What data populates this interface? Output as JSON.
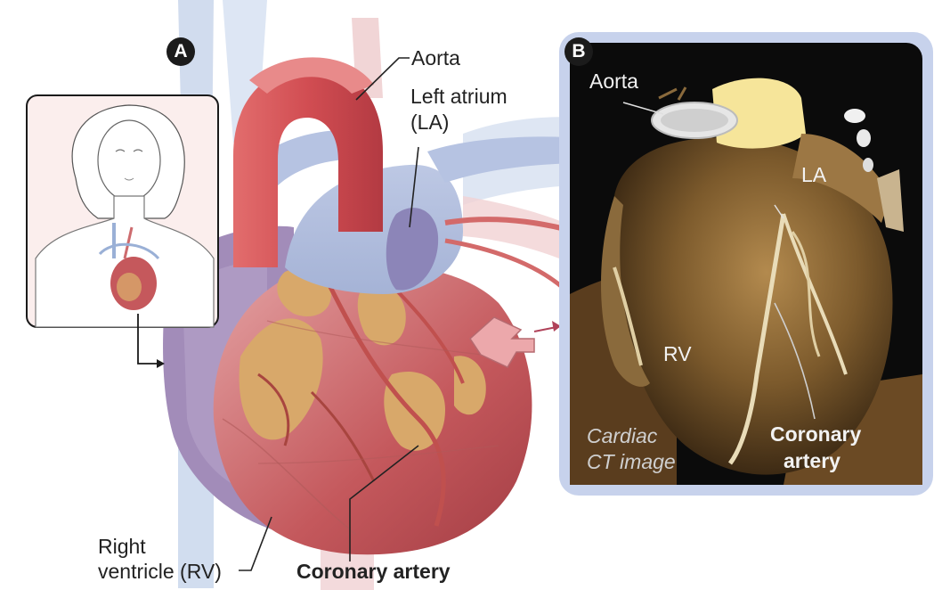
{
  "panel_a": {
    "badge": "A",
    "labels": {
      "aorta": "Aorta",
      "left_atrium_line1": "Left atrium",
      "left_atrium_line2": "(LA)",
      "right_ventricle_line1": "Right",
      "right_ventricle_line2": "ventricle (RV)",
      "coronary_artery": "Coronary artery"
    }
  },
  "panel_b": {
    "badge": "B",
    "labels": {
      "aorta": "Aorta",
      "la": "LA",
      "rv": "RV",
      "coronary_line1": "Coronary",
      "coronary_line2": "artery",
      "caption_line1": "Cardiac",
      "caption_line2": "CT image"
    }
  },
  "colors": {
    "heart_red": "#c9484a",
    "vein_blue": "#9aa9cf",
    "fat_tan": "#d8a86a",
    "ct_frame": "#b9c6e6",
    "ct_background": "#0b0b0b",
    "ct_tissue": "#7a5a30"
  }
}
